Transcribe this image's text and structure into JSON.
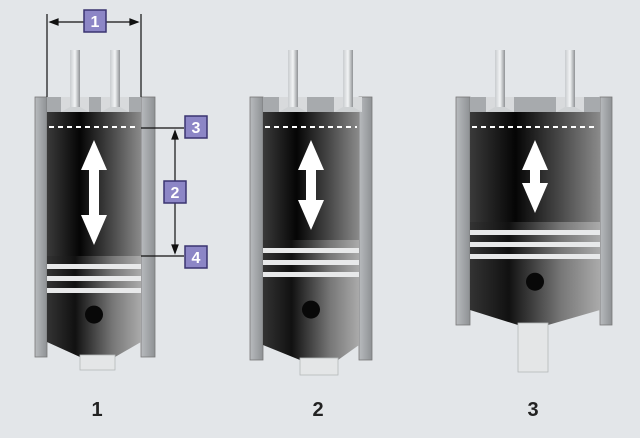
{
  "callouts": {
    "bore": "1",
    "stroke": "2",
    "top_dead_center": "3",
    "bottom_dead_center": "4"
  },
  "cylinders": [
    {
      "label": "1"
    },
    {
      "label": "2"
    },
    {
      "label": "3"
    }
  ],
  "colors": {
    "background": "#e3e6e9",
    "callout_fill": "#8c86c6",
    "callout_border": "#3a3470",
    "wall": "#9a9da0",
    "chamber": "#1a1a1a"
  }
}
